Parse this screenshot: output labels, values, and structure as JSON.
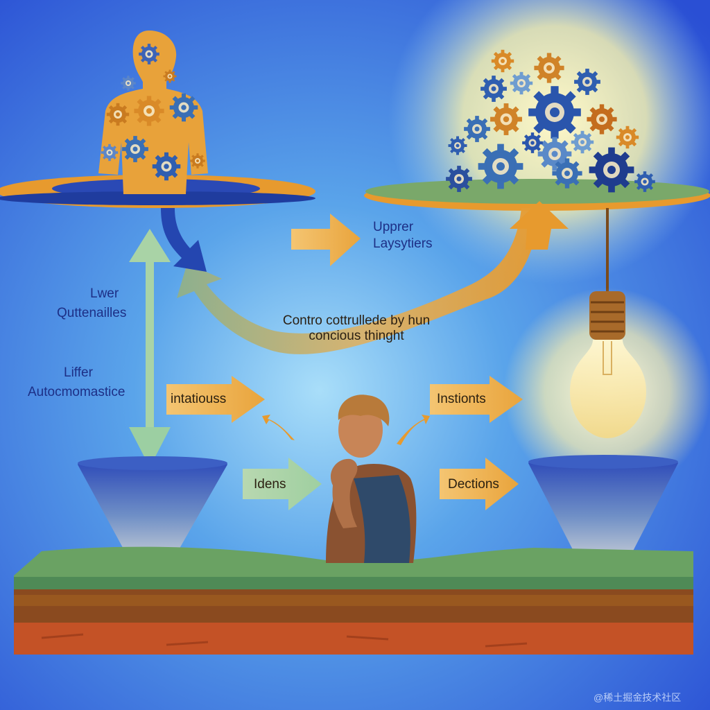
{
  "labels": {
    "upper_line1": "Upprer",
    "upper_line2": "Laysytiers",
    "lower_line1": "Lwer",
    "lower_line2": "Quttenailles",
    "lifter_line1": "Liffer",
    "lifter_line2": "Autocmomastice",
    "control_line1": "Contro cottrullede by hun",
    "control_line2": "concious thinght",
    "intatiouss": "intatiouss",
    "instions": "Instionts",
    "ideas": "Idens",
    "decisions": "Dections"
  },
  "watermark": "@稀土掘金技术社区",
  "colors": {
    "sky_top": "#2f56d8",
    "sky_center": "#8fd0f8",
    "orange": "#e79a2e",
    "deep_blue": "#2546a8",
    "grass": "#6aa263",
    "soil_dark": "#8a4a1f",
    "soil_red": "#c45226",
    "bulb_glow": "#fff3b0"
  },
  "icons": {
    "gear": "gear-icon",
    "bulb": "light-bulb-icon",
    "person": "thinking-person-icon",
    "human": "human-silhouette-icon"
  }
}
